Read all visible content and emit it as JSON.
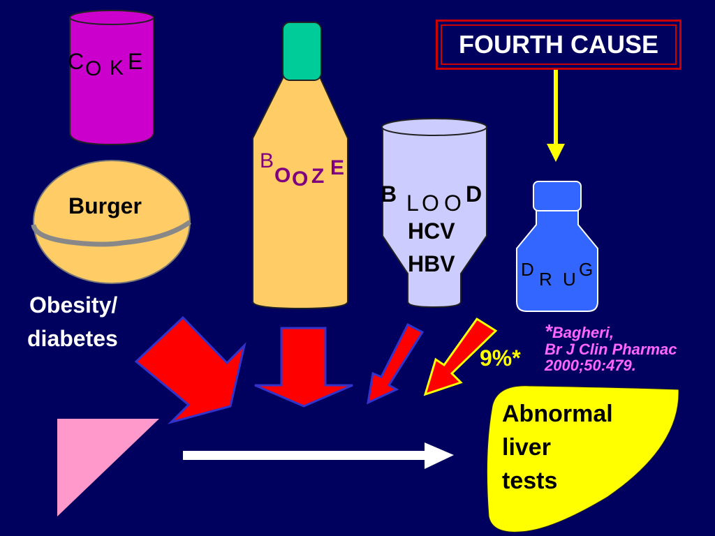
{
  "items": {
    "coke": {
      "letters": [
        "C",
        "O",
        "K",
        "E"
      ]
    },
    "burger": {
      "label": "Burger"
    },
    "obesity": {
      "line1": "Obesity/",
      "line2": "diabetes"
    },
    "booze": {
      "letters": [
        "B",
        "O",
        "O",
        "Z",
        "E"
      ]
    },
    "blood": {
      "letters": [
        "B",
        "L",
        "O",
        "O",
        "D"
      ],
      "line2": "HCV",
      "line3": "HBV"
    },
    "drug": {
      "letters": [
        "D",
        "R",
        "U",
        "G"
      ]
    },
    "fourth_cause": {
      "label": "FOURTH CAUSE"
    },
    "percent": {
      "label": "9%*"
    },
    "citation": {
      "asterisk": "*",
      "line1": "Bagheri,",
      "line2": "Br J Clin Pharmac",
      "line3": "2000;50:479."
    },
    "outcome": {
      "line1": "Abnormal",
      "line2": "liver",
      "line3": "tests"
    }
  },
  "colors": {
    "background": "#00005e",
    "coke_can": "#cc00cc",
    "burger_bun": "#ffcc66",
    "booze_bottle": "#ffcc66",
    "booze_cap": "#00cc99",
    "blood_bag": "#ccccff",
    "drug_bottle": "#3366ff",
    "liver": "#ffff00",
    "arrow_red": "#ff0000",
    "arrow_yellow": "#ffff00",
    "pink_triangle": "#ff99cc",
    "box_border": "#cc0000"
  }
}
